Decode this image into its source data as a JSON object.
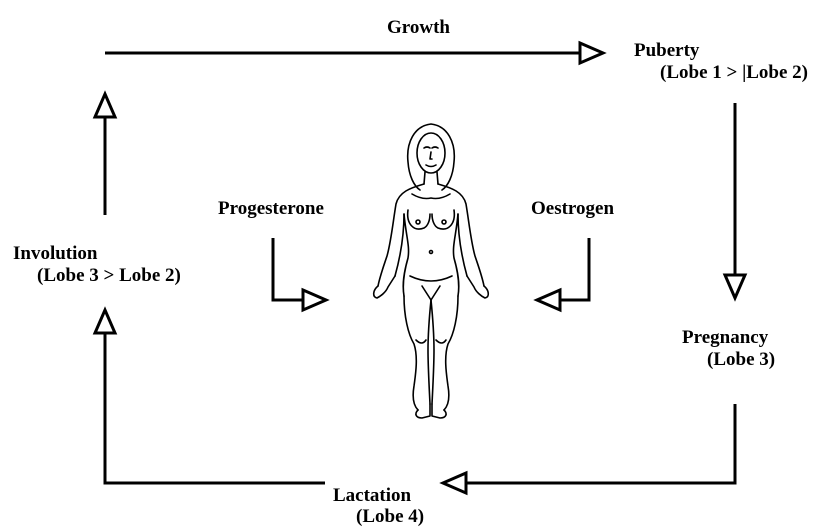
{
  "labels": {
    "growth": "Growth",
    "puberty": "Puberty",
    "puberty_sub": "(Lobe 1 > |Lobe 2)",
    "pregnancy": "Pregnancy",
    "pregnancy_sub": "(Lobe 3)",
    "lactation": "Lactation",
    "lactation_sub": "(Lobe 4)",
    "involution": "Involution",
    "involution_sub": "(Lobe 3 > Lobe 2)",
    "progesterone": "Progesterone",
    "oestrogen": "Oestrogen"
  },
  "colors": {
    "stroke": "#000000",
    "background": "#ffffff"
  }
}
